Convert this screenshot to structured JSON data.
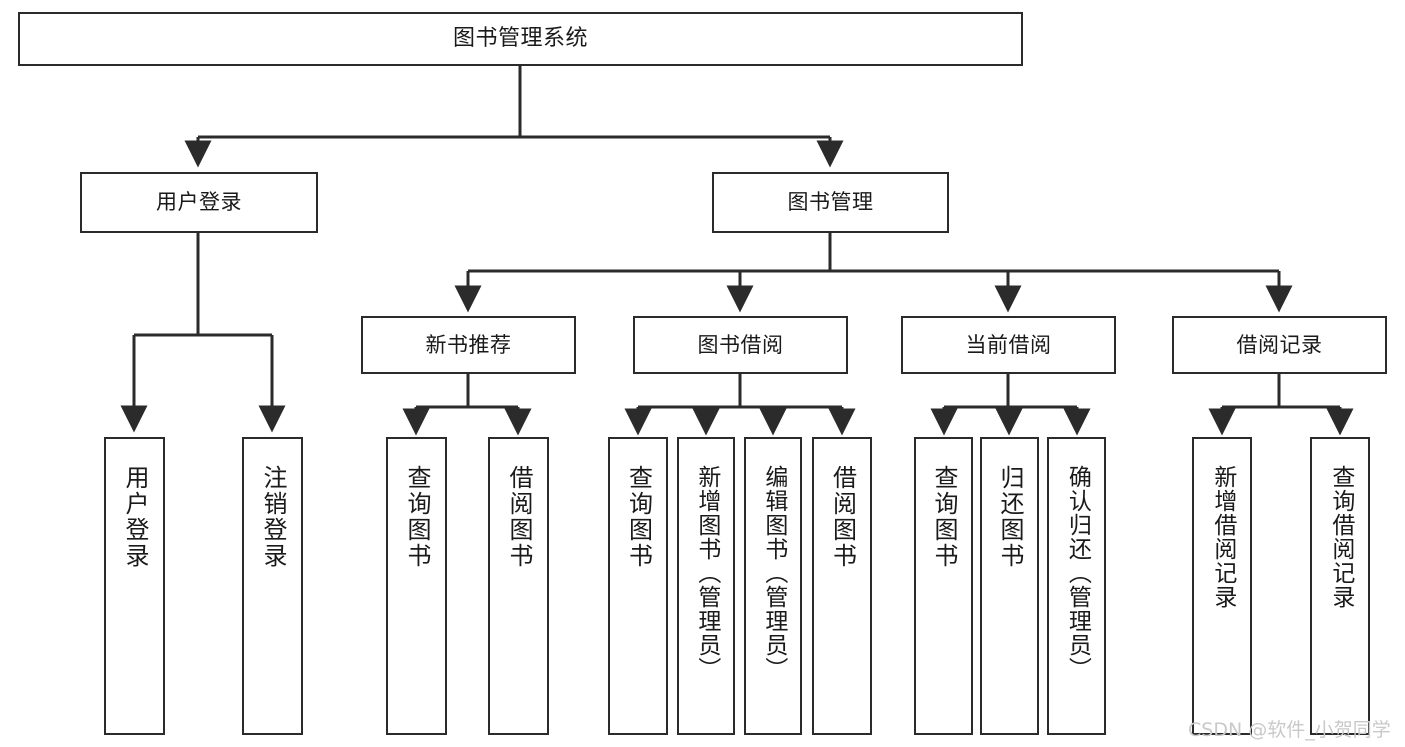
{
  "diagram": {
    "title": "图书管理系统",
    "type": "tree",
    "orientation": "top-down",
    "style": {
      "box_border_color": "#2b2b2b",
      "box_fill": "#ffffff",
      "connector_color": "#2b2b2b",
      "background": "#ffffff",
      "text_color": "#1a1a1a"
    }
  },
  "nodes": {
    "root": {
      "label": "图书管理系统",
      "level": 1,
      "orientation": "horizontal"
    },
    "user_login": {
      "label": "用户登录",
      "level": 2,
      "orientation": "horizontal"
    },
    "book_manage": {
      "label": "图书管理",
      "level": 2,
      "orientation": "horizontal"
    },
    "new_book_rec": {
      "label": "新书推荐",
      "level": 3,
      "orientation": "horizontal"
    },
    "book_borrow": {
      "label": "图书借阅",
      "level": 3,
      "orientation": "horizontal"
    },
    "current_borrow": {
      "label": "当前借阅",
      "level": 3,
      "orientation": "horizontal"
    },
    "borrow_record": {
      "label": "借阅记录",
      "level": 3,
      "orientation": "horizontal"
    },
    "leaf_user_login": {
      "label": "用户登录",
      "level": 3,
      "orientation": "vertical"
    },
    "leaf_logout_login": {
      "label": "注销登录",
      "level": 3,
      "orientation": "vertical"
    },
    "leaf_query_book_1": {
      "label": "查询图书",
      "level": 4,
      "orientation": "vertical"
    },
    "leaf_borrow_book_1": {
      "label": "借阅图书",
      "level": 4,
      "orientation": "vertical"
    },
    "leaf_query_book_2": {
      "label": "查询图书",
      "level": 4,
      "orientation": "vertical"
    },
    "leaf_add_book": {
      "label": "新增图书（管理员）",
      "level": 4,
      "orientation": "vertical"
    },
    "leaf_edit_book": {
      "label": "编辑图书（管理员）",
      "level": 4,
      "orientation": "vertical"
    },
    "leaf_borrow_book_2": {
      "label": "借阅图书",
      "level": 4,
      "orientation": "vertical"
    },
    "leaf_query_book_3": {
      "label": "查询图书",
      "level": 4,
      "orientation": "vertical"
    },
    "leaf_return_book": {
      "label": "归还图书",
      "level": 4,
      "orientation": "vertical"
    },
    "leaf_confirm_return": {
      "label": "确认归还（管理员）",
      "level": 4,
      "orientation": "vertical"
    },
    "leaf_add_record": {
      "label": "新增借阅记录",
      "level": 4,
      "orientation": "vertical"
    },
    "leaf_query_record": {
      "label": "查询借阅记录",
      "level": 4,
      "orientation": "vertical"
    }
  },
  "edges": [
    {
      "from": "root",
      "to": "user_login"
    },
    {
      "from": "root",
      "to": "book_manage"
    },
    {
      "from": "user_login",
      "to": "leaf_user_login"
    },
    {
      "from": "user_login",
      "to": "leaf_logout_login"
    },
    {
      "from": "book_manage",
      "to": "new_book_rec"
    },
    {
      "from": "book_manage",
      "to": "book_borrow"
    },
    {
      "from": "book_manage",
      "to": "current_borrow"
    },
    {
      "from": "book_manage",
      "to": "borrow_record"
    },
    {
      "from": "new_book_rec",
      "to": "leaf_query_book_1"
    },
    {
      "from": "new_book_rec",
      "to": "leaf_borrow_book_1"
    },
    {
      "from": "book_borrow",
      "to": "leaf_query_book_2"
    },
    {
      "from": "book_borrow",
      "to": "leaf_add_book"
    },
    {
      "from": "book_borrow",
      "to": "leaf_edit_book"
    },
    {
      "from": "book_borrow",
      "to": "leaf_borrow_book_2"
    },
    {
      "from": "current_borrow",
      "to": "leaf_query_book_3"
    },
    {
      "from": "current_borrow",
      "to": "leaf_return_book"
    },
    {
      "from": "current_borrow",
      "to": "leaf_confirm_return"
    },
    {
      "from": "borrow_record",
      "to": "leaf_add_record"
    },
    {
      "from": "borrow_record",
      "to": "leaf_query_record"
    }
  ],
  "watermark": {
    "text": "CSDN @软件_小贺同学",
    "color": "#c9c9c9"
  }
}
